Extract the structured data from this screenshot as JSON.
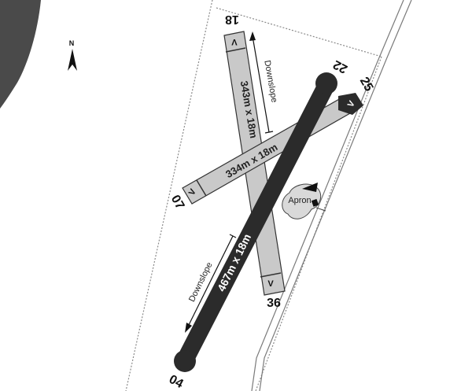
{
  "north_label": "N",
  "runways": [
    {
      "id": "r1836",
      "dims": "343m x 18m",
      "end_a": "18",
      "end_b": "36"
    },
    {
      "id": "r0725",
      "dims": "334m x 18m",
      "end_a": "07",
      "end_b": "25"
    },
    {
      "id": "r0422",
      "dims": "467m x 18m",
      "end_a": "04",
      "end_b": "22"
    }
  ],
  "slope_labels": {
    "upper": "Downslope",
    "lower": "Downslope"
  },
  "apron_label": "Apron",
  "threshold_marker": "V",
  "colors": {
    "paved_runway": "#2b2b2b",
    "grass_runway": "#c9c9c9",
    "runway_outline": "#333333",
    "water": "#4a4a4a",
    "boundary": "#888888",
    "road": "#777777"
  }
}
